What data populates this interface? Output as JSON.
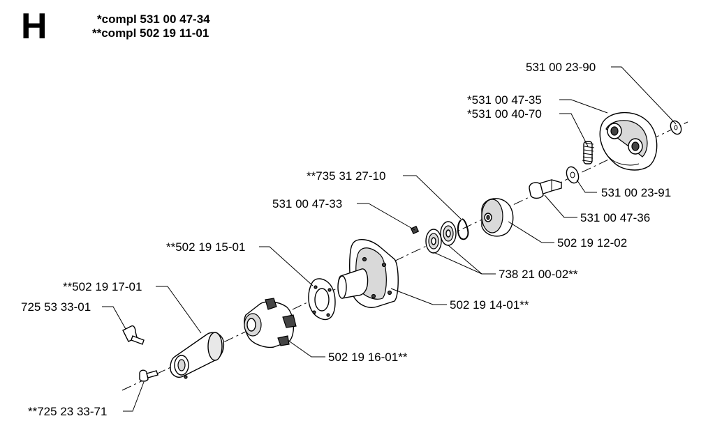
{
  "header": {
    "section_letter": "H",
    "compl_1": "*compl 531 00 47-34",
    "compl_2": "**compl 502 19 11-01"
  },
  "labels": {
    "p531_00_23_90": "531 00 23-90",
    "p531_00_47_35": "*531 00 47-35",
    "p531_00_40_70": "*531 00 40-70",
    "p735_31_27_10": "**735 31 27-10",
    "p531_00_23_91": "531 00 23-91",
    "p531_00_47_33": "531 00 47-33",
    "p531_00_47_36": "531 00 47-36",
    "p502_19_12_02": "502 19 12-02",
    "p502_19_15_01": "**502 19 15-01",
    "p738_21_00_02": "738 21 00-02**",
    "p502_19_17_01": "**502 19 17-01",
    "p725_53_33_01": "725 53 33-01",
    "p502_19_14_01": "502 19 14-01**",
    "p502_19_16_01": "502 19 16-01**",
    "p725_23_33_71": "**725 23 33-71"
  }
}
